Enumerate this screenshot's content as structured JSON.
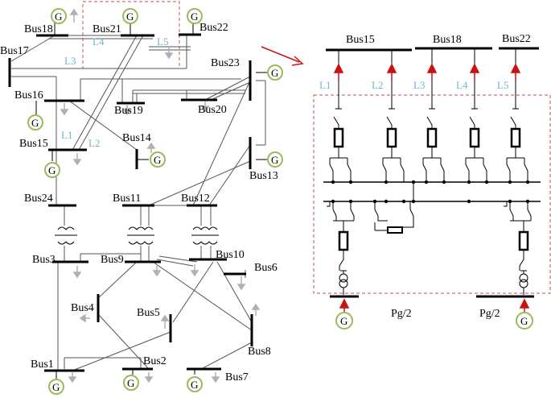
{
  "colors": {
    "line": "#000000",
    "wire": "#555555",
    "dashed_box": "#c0504d",
    "arrow_red": "#cc1111",
    "load_arrow": "#b0b0b0",
    "generator_ring": "#9bbb59",
    "line_label": "#6bb6d6"
  },
  "generator_label": "G",
  "left": {
    "buses": {
      "bus1": "Bus1",
      "bus2": "Bus2",
      "bus3": "Bus3",
      "bus4": "Bus4",
      "bus5": "Bus5",
      "bus6": "Bus6",
      "bus7": "Bus7",
      "bus8": "Bus8",
      "bus9": "Bus9",
      "bus10": "Bus10",
      "bus11": "Bus11",
      "bus12": "Bus12",
      "bus13": "Bus13",
      "bus14": "Bus14",
      "bus15": "Bus15",
      "bus16": "Bus16",
      "bus17": "Bus17",
      "bus18": "Bus18",
      "bus19": "Bus19",
      "bus20": "Bus20",
      "bus21": "Bus21",
      "bus22": "Bus22",
      "bus23": "Bus23",
      "bus24": "Bus24"
    },
    "lines": {
      "l1": "L1",
      "l2": "L2",
      "l3": "L3",
      "l4": "L4",
      "l5": "L5"
    }
  },
  "right": {
    "buses": {
      "bus15": "Bus15",
      "bus18": "Bus18",
      "bus22": "Bus22"
    },
    "lines": {
      "l1": "L1",
      "l2": "L2",
      "l3": "L3",
      "l4": "L4",
      "l5": "L5"
    },
    "pg_left": "Pg/2",
    "pg_right": "Pg/2"
  }
}
